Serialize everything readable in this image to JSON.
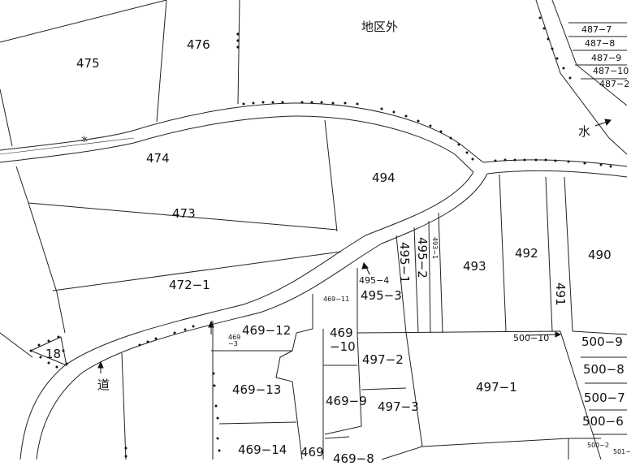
{
  "map": {
    "outside_area": "地区外",
    "road_label": "道",
    "water_label": "水",
    "water_label_small": "水",
    "parcels": {
      "p475": "475",
      "p476": "476",
      "p474": "474",
      "p473": "473",
      "p472_1": "472−1",
      "p494": "494",
      "p495_4": "495−4",
      "p495_3": "495−3",
      "p495_1": "495−1",
      "p495_2": "495−2",
      "p493_1": "493−1",
      "p493": "493",
      "p492": "492",
      "p491": "491",
      "p490": "490",
      "p469_11": "469−11",
      "p469_12": "469−12",
      "p469_3": "469\n−3",
      "p469_10": "469\n−10",
      "p497_2": "497−2",
      "p497_1": "497−1",
      "p497_3": "497−3",
      "p469_9": "469−9",
      "p469_13": "469−13",
      "p469_14": "469−14",
      "p469": "469",
      "p469_8": "469−8",
      "p18": "18",
      "p500_10": "500−10",
      "p500_9": "500−9",
      "p500_8": "500−8",
      "p500_7": "500−7",
      "p500_6": "500−6",
      "p500_2": "500−2",
      "p501": "501−",
      "p487_7": "487−7",
      "p487_8": "487−8",
      "p487_9": "487−9",
      "p487_10": "487−10",
      "p487_2": "487−2"
    }
  }
}
